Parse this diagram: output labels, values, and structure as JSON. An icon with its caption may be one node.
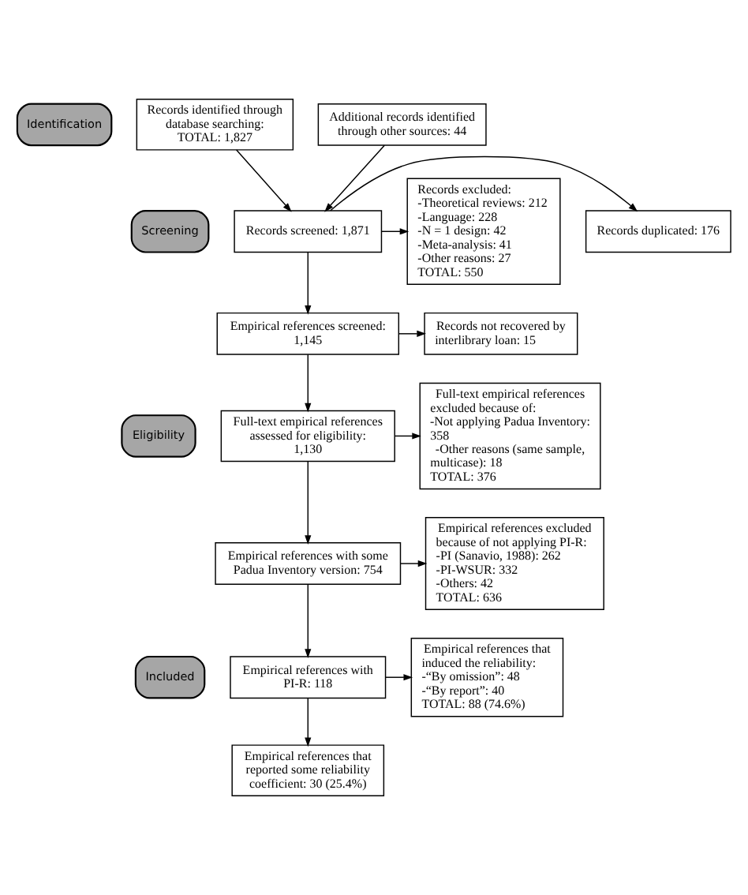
{
  "diagram": {
    "nodes": [
      {
        "text": [
          "Identification"
        ]
      },
      {
        "text": [
          "Screening"
        ]
      },
      {
        "text": [
          "Eligibility"
        ]
      },
      {
        "text": [
          "Included"
        ]
      },
      {
        "text": [
          "Records identified through database searching:",
          "TOTAL: 1,827"
        ]
      },
      {
        "text": [
          "Additional records identified through other sources: 44"
        ]
      },
      {
        "text": [
          "Records duplicated: 176"
        ]
      },
      {
        "text": [
          "Records screened: 1,871"
        ]
      },
      {
        "text": [
          "Records excluded:",
          "-Theoretical reviews: 212",
          "-Language: 228",
          "-N = 1 design: 42",
          "-Meta-analysis: 41",
          "-Other reasons: 27",
          "TOTAL: 550"
        ]
      },
      {
        "text": [
          "Empirical references screened: 1,145"
        ]
      },
      {
        "text": [
          "Records not recovered by interlibrary loan: 15"
        ]
      },
      {
        "text": [
          "Full-text empirical references assessed for eligibility: 1,130"
        ]
      },
      {
        "text": [
          "Full-text empirical references excluded because of:",
          "-Not applying Padua Inventory: 358",
          "-Other reasons (same sample, multicase): 18",
          "TOTAL: 376"
        ]
      },
      {
        "text": [
          "Empirical references with some Padua Inventory version: 754"
        ]
      },
      {
        "text": [
          "Empirical references excluded because of not applying PI-R:",
          "-PI (Sanavio, 1988): 262",
          "-PI-WSUR: 332",
          "-Others: 42",
          "TOTAL: 636"
        ]
      },
      {
        "text": [
          "Empirical references with PI-R: 118"
        ]
      },
      {
        "text": [
          "Empirical references that induced the reliability:",
          "-“By omission”: 48",
          "-“By report”: 40",
          "TOTAL: 88 (74.6%)"
        ]
      },
      {
        "text": [
          "Empirical references that reported some reliability coefficient: 30 (25.4%)"
        ]
      }
    ],
    "edges": [
      {
        "from": 4,
        "to": 7,
        "arrow": "to"
      },
      {
        "from": 5,
        "to": 7,
        "arrow": "to"
      },
      {
        "from": 7,
        "to": 6,
        "arrow": "to"
      },
      {
        "from": 7,
        "to": 8,
        "arrow": "to"
      },
      {
        "from": 7,
        "to": 9,
        "arrow": "to"
      },
      {
        "from": 9,
        "to": 10,
        "arrow": "to"
      },
      {
        "from": 9,
        "to": 11,
        "arrow": "to"
      },
      {
        "from": 11,
        "to": 12,
        "arrow": "to"
      },
      {
        "from": 11,
        "to": 13,
        "arrow": "to"
      },
      {
        "from": 13,
        "to": 14,
        "arrow": "to"
      },
      {
        "from": 13,
        "to": 15,
        "arrow": "to"
      },
      {
        "from": 15,
        "to": 16,
        "arrow": "to"
      },
      {
        "from": 15,
        "to": 17,
        "arrow": "to"
      }
    ]
  }
}
